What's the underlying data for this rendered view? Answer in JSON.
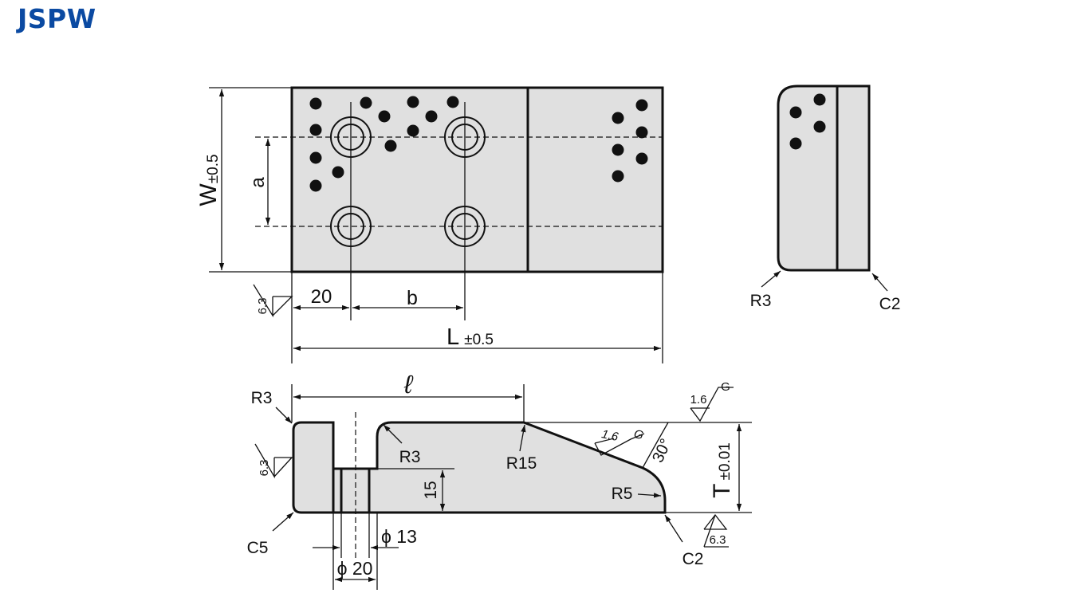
{
  "title": "JSPW",
  "colors": {
    "title": "#0b4aa2",
    "part_fill": "#e0e0e0",
    "line": "#111111"
  },
  "top_view": {
    "dim_w": "W",
    "dim_w_tol": "±0.5",
    "dim_a": "a",
    "dim_20": "20",
    "dim_b": "b",
    "dim_l": "L",
    "dim_l_tol": "±0.5",
    "roughness": "6.3"
  },
  "side_view": {
    "r3": "R3",
    "c2": "C2"
  },
  "front_view": {
    "r3_left": "R3",
    "r3_inner": "R3",
    "r15": "R15",
    "r5": "R5",
    "ell": "ℓ",
    "dim_15": "15",
    "phi13": "ϕ 13",
    "phi20": "ϕ 20",
    "c5": "C5",
    "c2": "C2",
    "angle": "30°",
    "dim_t": "T",
    "dim_t_tol": "±0.01",
    "rough_top": "1.6",
    "rough_top_mark": "G",
    "rough_slope": "1.6",
    "rough_slope_mark": "G",
    "rough_left": "6.3",
    "rough_bottom": "6.3"
  }
}
